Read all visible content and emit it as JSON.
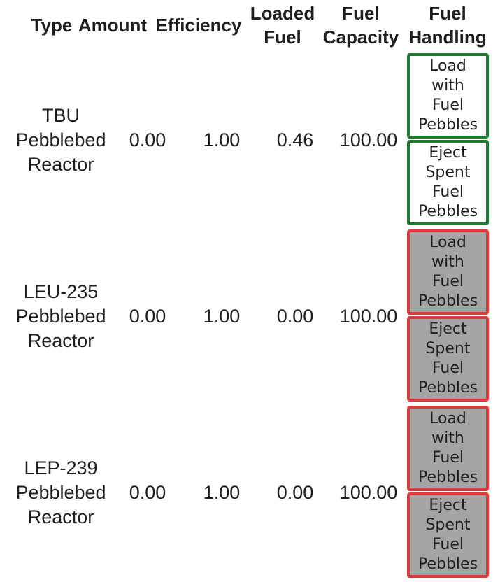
{
  "header": {
    "type": "Type",
    "amount": "Amount",
    "efficiency": "Efficiency",
    "loaded_fuel": "Loaded\nFuel",
    "fuel_capacity": "Fuel\nCapacity",
    "fuel_handling": "Fuel\nHandling"
  },
  "rows": [
    {
      "type": "TBU\nPebblebed\nReactor",
      "amount": "0.00",
      "efficiency": "1.00",
      "loaded_fuel": "0.46",
      "fuel_capacity": "100.00",
      "load_label": "Load\nwith\nFuel\nPebbles",
      "eject_label": "Eject\nSpent\nFuel\nPebbles",
      "buttons_state": "enabled",
      "enabled_border_color": "#1e7a2e"
    },
    {
      "type": "LEU-235\nPebblebed\nReactor",
      "amount": "0.00",
      "efficiency": "1.00",
      "loaded_fuel": "0.00",
      "fuel_capacity": "100.00",
      "load_label": "Load\nwith\nFuel\nPebbles",
      "eject_label": "Eject\nSpent\nFuel\nPebbles",
      "buttons_state": "disabled",
      "disabled_border_color": "#dc3b3b"
    },
    {
      "type": "LEP-239\nPebblebed\nReactor",
      "amount": "0.00",
      "efficiency": "1.00",
      "loaded_fuel": "0.00",
      "fuel_capacity": "100.00",
      "load_label": "Load\nwith\nFuel\nPebbles",
      "eject_label": "Eject\nSpent\nFuel\nPebbles",
      "buttons_state": "disabled",
      "disabled_border_color": "#dc3b3b"
    }
  ]
}
